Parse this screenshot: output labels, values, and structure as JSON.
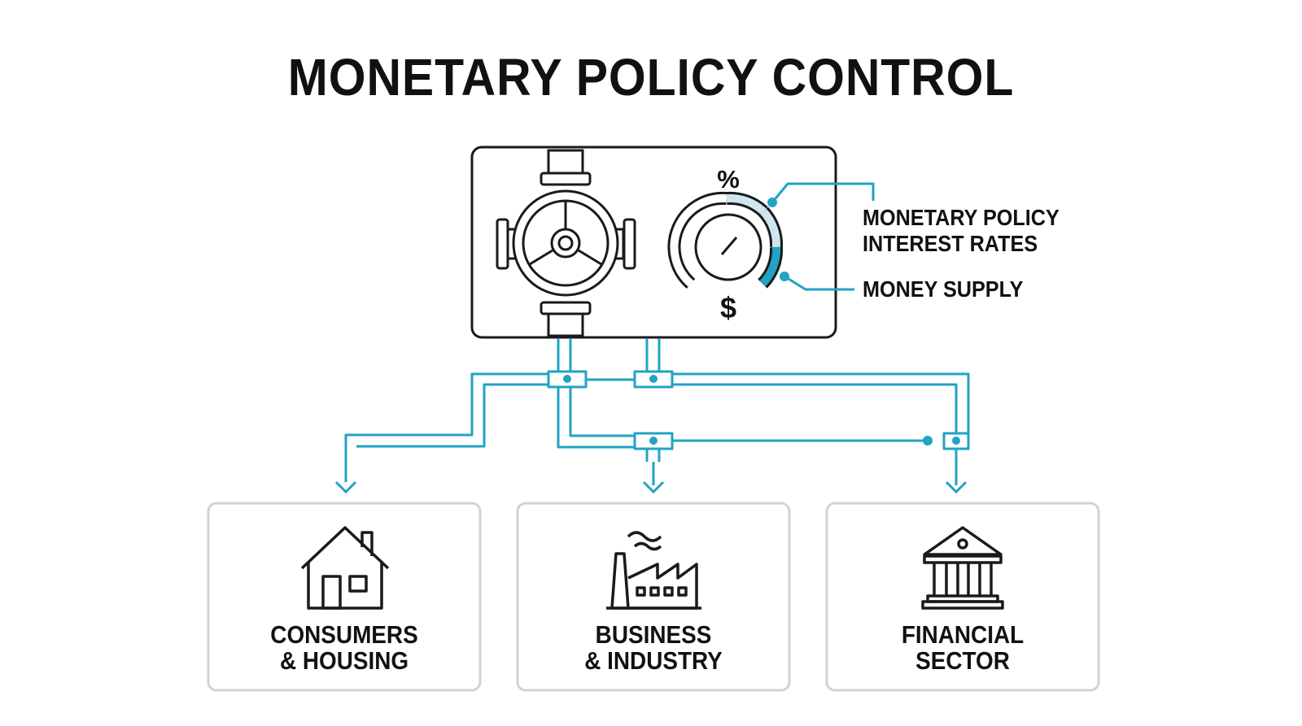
{
  "title": "MONETARY POLICY CONTROL",
  "colors": {
    "accent": "#21a3c4",
    "accent_light": "#cfe6ee",
    "stroke": "#1a1a1a",
    "box_border": "#d2d2d2"
  },
  "control_panel": {
    "dial_top_symbol": "%",
    "dial_bottom_symbol": "$",
    "callout_upper": [
      "MONETARY  POLICY",
      "INTEREST RATES"
    ],
    "callout_lower": "MONEY SUPPLY",
    "icons": [
      "valve-wheel-icon",
      "dial-gauge-icon"
    ]
  },
  "sectors": [
    {
      "icon": "house-icon",
      "label": [
        "CONSUMERS",
        "& HOUSING"
      ]
    },
    {
      "icon": "factory-icon",
      "label": [
        "BUSINESS",
        "& INDUSTRY"
      ]
    },
    {
      "icon": "bank-icon",
      "label": [
        "FINANCIAL",
        "SECTOR"
      ]
    }
  ]
}
